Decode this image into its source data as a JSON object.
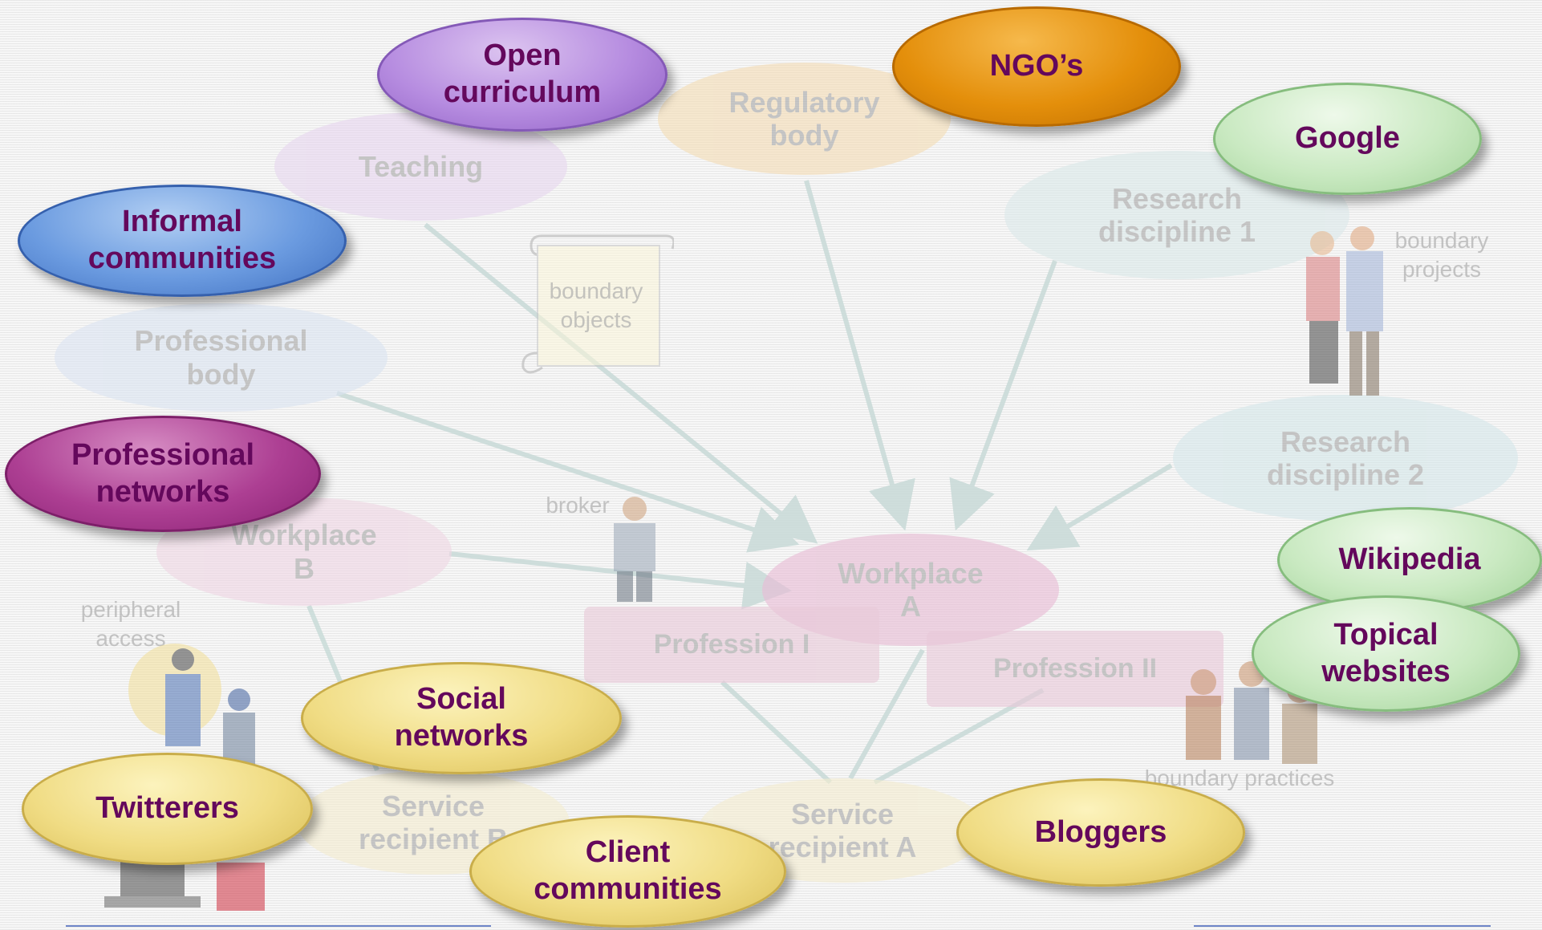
{
  "background_nodes": {
    "regulatory_body": "Regulatory\nbody",
    "teaching": "Teaching",
    "research_discipline_1": "Research\ndiscipline 1",
    "research_discipline_2": "Research\ndiscipline 2",
    "professional_body": "Professional\nbody",
    "workplace_b": "Workplace\nB",
    "workplace_a": "Workplace\nA",
    "profession_i": "Profession I",
    "profession_ii": "Profession II",
    "service_recipient_b": "Service\nrecipient B",
    "service_recipient_a": "Service\nrecipient A"
  },
  "background_labels": {
    "boundary_objects": "boundary\nobjects",
    "boundary_projects": "boundary\nprojects",
    "broker": "broker",
    "peripheral_access": "peripheral\naccess",
    "boundary_practices": "boundary practices"
  },
  "highlight_nodes": {
    "open_curriculum": "Open\ncurriculum",
    "ngos": "NGO’s",
    "google": "Google",
    "informal_communities": "Informal\ncommunities",
    "professional_networks": "Professional\nnetworks",
    "wikipedia": "Wikipedia",
    "topical_websites": "Topical\nwebsites",
    "social_networks": "Social\nnetworks",
    "twitterers": "Twitterers",
    "client_communities": "Client\ncommunities",
    "bloggers": "Bloggers"
  },
  "colors": {
    "text": "#64085c",
    "purple": "#b68ce0",
    "orange": "#e48f0b",
    "green": "#c9e9c1",
    "blue": "#6b9be0",
    "magenta": "#ad3f93",
    "yellow": "#f0dc84",
    "arrow": "#c6d9d6"
  }
}
